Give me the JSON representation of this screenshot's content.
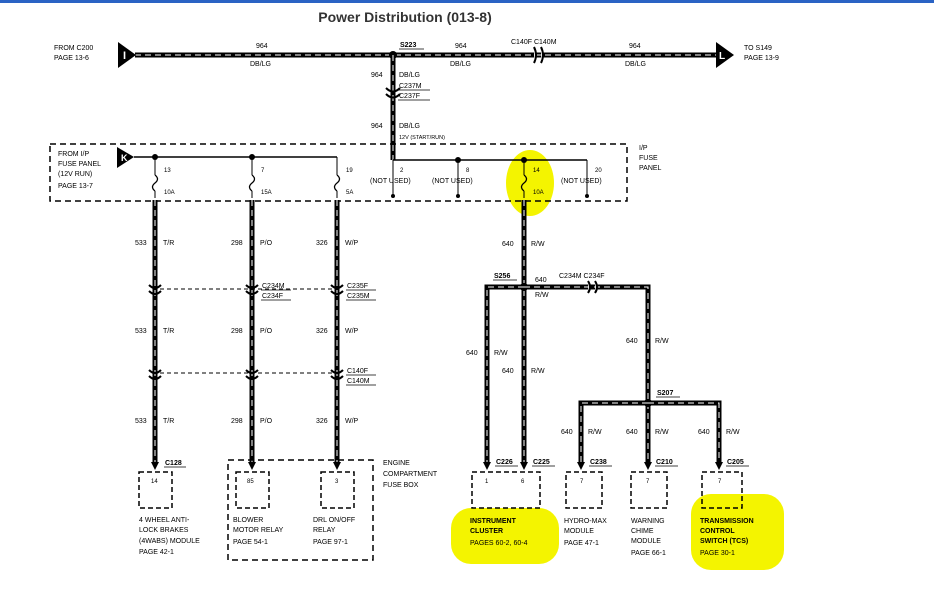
{
  "title": "Power Distribution (013-8)",
  "colors": {
    "wire": "#000000",
    "highlight": "#f4f400",
    "accent": "#2a63c4"
  },
  "connector_i": {
    "letter": "I",
    "from": "FROM C200",
    "page": "PAGE 13-6"
  },
  "connector_l": {
    "letter": "L",
    "to": "TO S149",
    "page": "PAGE 13-9"
  },
  "connector_k": {
    "letter": "K",
    "line1": "FROM I/P",
    "line2": "FUSE PANEL",
    "line3": "(12V RUN)",
    "page": "PAGE 13-7"
  },
  "top_wire": {
    "circuit": "964",
    "color": "DB/LG",
    "splice": "S223",
    "inline_connector": "C140F  C140M"
  },
  "drop_wire": {
    "circuit": "964",
    "color": "DB/LG",
    "c237m": "C237M",
    "c237f": "C237F",
    "supply": "12V (START/RUN)"
  },
  "fuse_panel": {
    "label_line1": "I/P",
    "label_line2": "FUSE",
    "label_line3": "PANEL",
    "fuses": [
      {
        "num": "13",
        "amps": "10A"
      },
      {
        "num": "7",
        "amps": "15A"
      },
      {
        "num": "19",
        "amps": "5A"
      },
      {
        "num": "2",
        "note": "(NOT USED)"
      },
      {
        "num": "8",
        "note": "(NOT USED)"
      },
      {
        "num": "14",
        "amps": "10A"
      },
      {
        "num": "20",
        "note": "(NOT USED)"
      }
    ]
  },
  "left_circuits": [
    {
      "circuit": "533",
      "color": "T/R"
    },
    {
      "circuit": "298",
      "color": "P/O"
    },
    {
      "circuit": "326",
      "color": "W/P"
    }
  ],
  "inline_c234": {
    "m": "C234M",
    "f": "C234F"
  },
  "inline_c235": {
    "f": "C235F",
    "m": "C235M"
  },
  "inline_c140": {
    "f": "C140F",
    "m": "C140M"
  },
  "engine_box": {
    "line1": "ENGINE",
    "line2": "COMPARTMENT",
    "line3": "FUSE BOX"
  },
  "modules_left": [
    {
      "connector": "C128",
      "pin": "14",
      "line1": "4 WHEEL ANTI-",
      "line2": "LOCK BRAKES",
      "line3": "(4WABS) MODULE",
      "page": "PAGE 42-1"
    },
    {
      "connector": "",
      "pin": "85",
      "line1": "BLOWER",
      "line2": "MOTOR RELAY",
      "line3": "",
      "page": "PAGE 54-1"
    },
    {
      "connector": "",
      "pin": "3",
      "line1": "DRL ON/OFF",
      "line2": "RELAY",
      "line3": "",
      "page": "PAGE 97-1"
    }
  ],
  "right_wire": {
    "circuit": "640",
    "color": "R/W",
    "splice_s256": "S256",
    "splice_s207": "S207",
    "inline_connector": "C234M  C234F"
  },
  "modules_right": [
    {
      "connector": "C226",
      "connector2": "C225",
      "pin": "1",
      "pin2": "6",
      "line1": "INSTRUMENT",
      "line2": "CLUSTER",
      "line3": "",
      "page": "PAGES 60-2, 60-4"
    },
    {
      "connector": "C238",
      "pin": "7",
      "line1": "HYDRO-MAX",
      "line2": "MODULE",
      "line3": "",
      "page": "PAGE 47-1"
    },
    {
      "connector": "C210",
      "pin": "7",
      "line1": "WARNING",
      "line2": "CHIME",
      "line3": "MODULE",
      "page": "PAGE 66-1"
    },
    {
      "connector": "C205",
      "pin": "7",
      "line1": "TRANSMISSION",
      "line2": "CONTROL",
      "line3": "SWITCH (TCS)",
      "page": "PAGE 30-1"
    }
  ]
}
